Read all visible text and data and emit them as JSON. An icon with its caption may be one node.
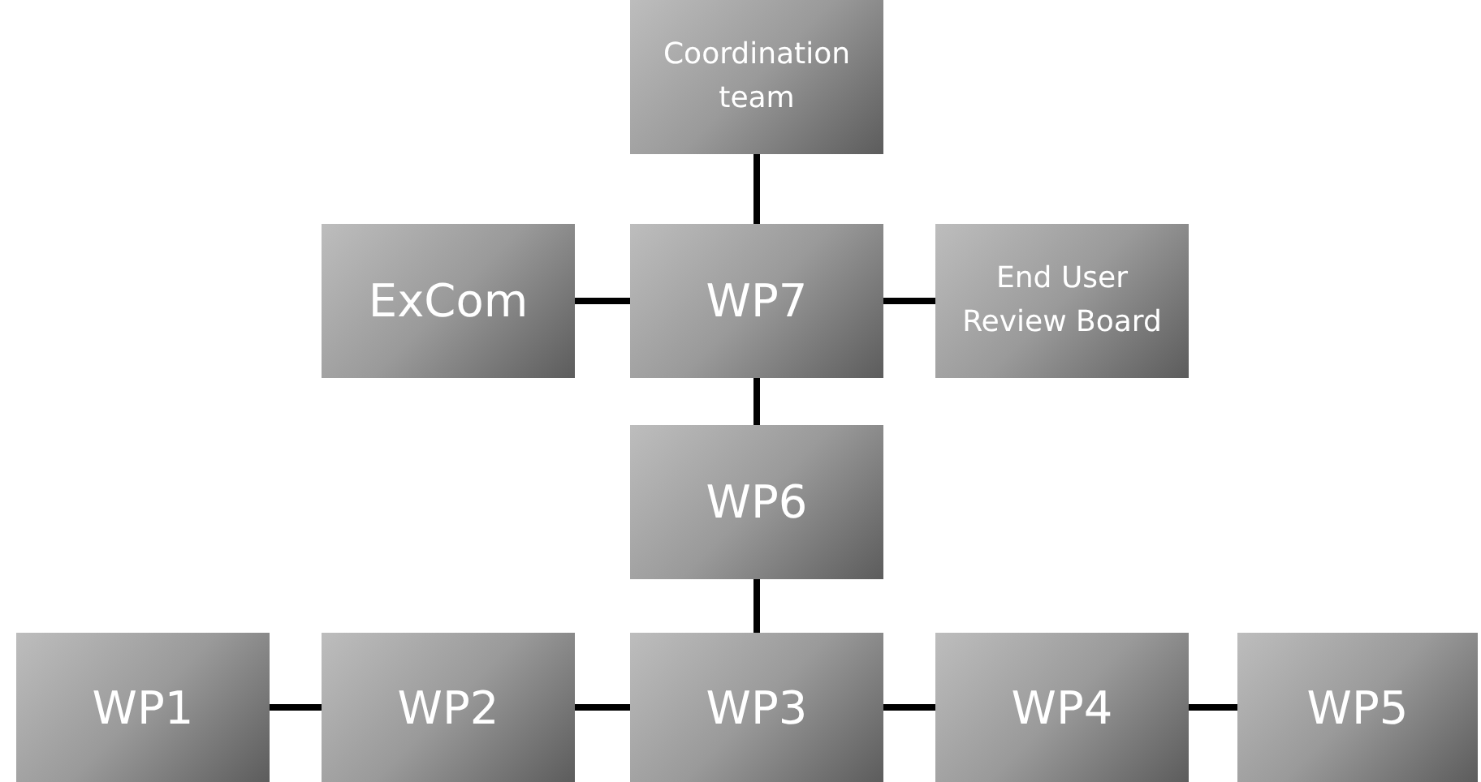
{
  "diagram": {
    "nodes": [
      {
        "text": [
          "Coordination team"
        ]
      },
      {
        "text": [
          "ExCom"
        ]
      },
      {
        "text": [
          "WP7"
        ]
      },
      {
        "text": [
          "End User Review Board"
        ]
      },
      {
        "text": [
          "WP6"
        ]
      },
      {
        "text": [
          "WP1"
        ]
      },
      {
        "text": [
          "WP2"
        ]
      },
      {
        "text": [
          "WP3"
        ]
      },
      {
        "text": [
          "WP4"
        ]
      },
      {
        "text": [
          "WP5"
        ]
      }
    ],
    "edges": [
      {
        "from": 0,
        "to": 2,
        "arrow": "none"
      },
      {
        "from": 1,
        "to": 2,
        "arrow": "none"
      },
      {
        "from": 2,
        "to": 3,
        "arrow": "none"
      },
      {
        "from": 2,
        "to": 4,
        "arrow": "none"
      },
      {
        "from": 4,
        "to": 7,
        "arrow": "none"
      },
      {
        "from": 5,
        "to": 6,
        "arrow": "none"
      },
      {
        "from": 6,
        "to": 7,
        "arrow": "none"
      },
      {
        "from": 7,
        "to": 8,
        "arrow": "none"
      },
      {
        "from": 8,
        "to": 9,
        "arrow": "none"
      }
    ]
  }
}
